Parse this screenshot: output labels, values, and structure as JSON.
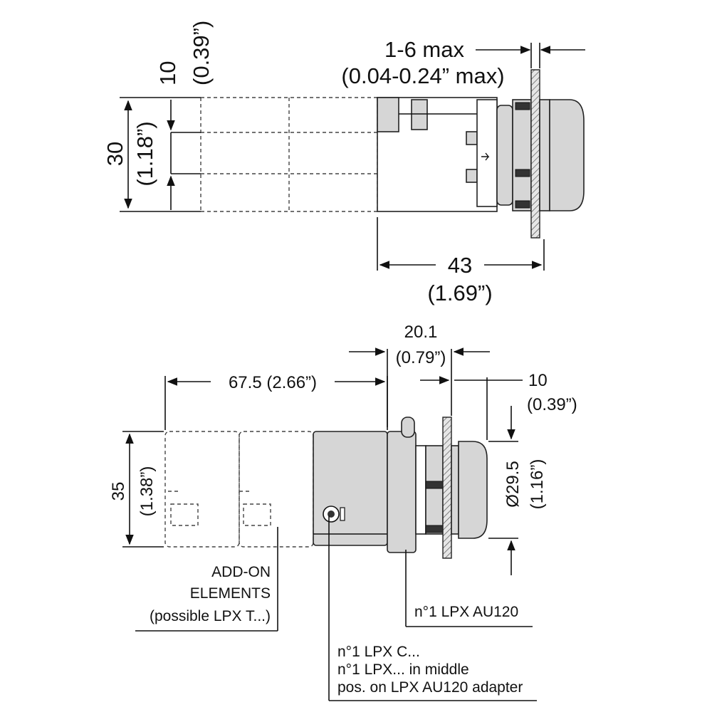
{
  "top_view": {
    "dim_stroke_mm": "1-6 max",
    "dim_stroke_in": "(0.04-0.24” max)",
    "dim_step_mm": "10",
    "dim_step_in": "(0.39”)",
    "dim_height_mm": "30",
    "dim_height_in": "(1.18”)",
    "dim_length_mm": "43",
    "dim_length_in": "(1.69”)"
  },
  "side_view": {
    "dim_addon_length": "67.5 (2.66”)",
    "dim_adapter_mm": "20.1",
    "dim_adapter_in": "(0.79”)",
    "dim_head_mm": "10",
    "dim_head_in": "(0.39”)",
    "dim_height_mm": "35",
    "dim_height_in": "(1.38”)",
    "dim_diameter_mm": "Ø29.5",
    "dim_diameter_in": "(1.16”)"
  },
  "callouts": {
    "addon_line1": "ADD-ON",
    "addon_line2": "ELEMENTS",
    "addon_line3": "(possible LPX T...)",
    "adapter": "n°1 LPX AU120",
    "contact_line1": "n°1 LPX C...",
    "contact_line2": "n°1 LPX... in middle",
    "contact_line3": "pos. on LPX AU120 adapter"
  }
}
